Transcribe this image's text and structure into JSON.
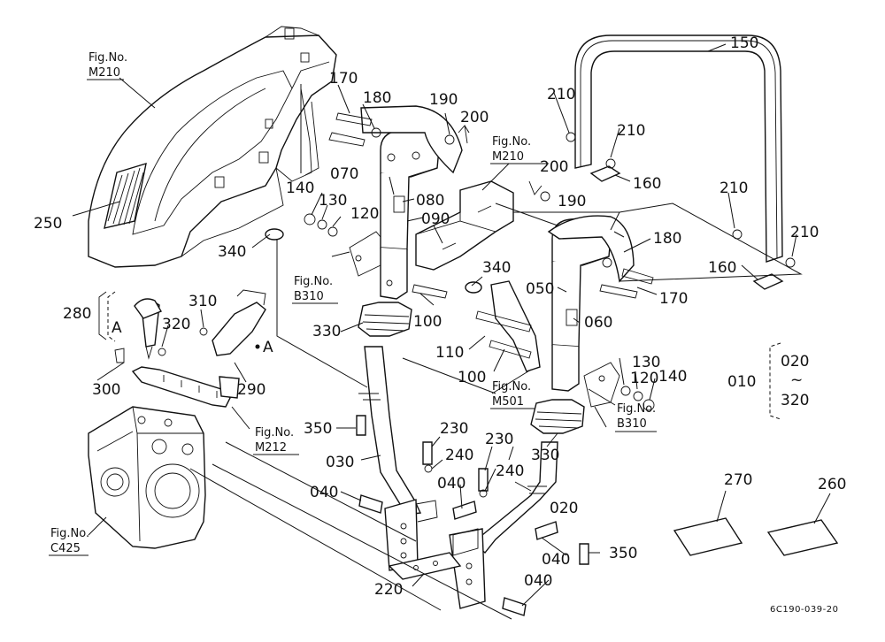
{
  "figure_code": "6C190-039-20",
  "fig_refs": {
    "m210_top": {
      "label": "Fig.No.",
      "code": "M210"
    },
    "m210_mid": {
      "label": "Fig.No.",
      "code": "M210"
    },
    "b310_left": {
      "label": "Fig.No.",
      "code": "B310"
    },
    "b310_right": {
      "label": "Fig.No.",
      "code": "B310"
    },
    "m501": {
      "label": "Fig.No.",
      "code": "M501"
    },
    "m212": {
      "label": "Fig.No.",
      "code": "M212"
    },
    "c425": {
      "label": "Fig.No.",
      "code": "C425"
    }
  },
  "view_marker": "A",
  "range_note": {
    "id": "010",
    "from": "020",
    "tilde": "~",
    "to": "320"
  },
  "parts": {
    "p150": "150",
    "p210a": "210",
    "p210b": "210",
    "p210c": "210",
    "p210d": "210",
    "p160a": "160",
    "p160b": "160",
    "p170a": "170",
    "p170b": "170",
    "p180a": "180",
    "p180b": "180",
    "p190a": "190",
    "p190b": "190",
    "p200a": "200",
    "p200b": "200",
    "p070": "070",
    "p080": "080",
    "p090": "090",
    "p140a": "140",
    "p130a": "130",
    "p120a": "120",
    "p140b": "140",
    "p130b": "130",
    "p120b": "120",
    "p250": "250",
    "p340a": "340",
    "p340b": "340",
    "p050": "050",
    "p060": "060",
    "p100a": "100",
    "p100b": "100",
    "p110": "110",
    "p280": "280",
    "p310": "310",
    "p320": "320",
    "p300": "300",
    "p290": "290",
    "p330a": "330",
    "p330b": "330",
    "p350a": "350",
    "p350b": "350",
    "p230a": "230",
    "p230b": "230",
    "p240a": "240",
    "p240b": "240",
    "p030": "030",
    "p020": "020",
    "p040a": "040",
    "p040b": "040",
    "p040c": "040",
    "p040d": "040",
    "p220": "220",
    "p270": "270",
    "p260": "260"
  }
}
